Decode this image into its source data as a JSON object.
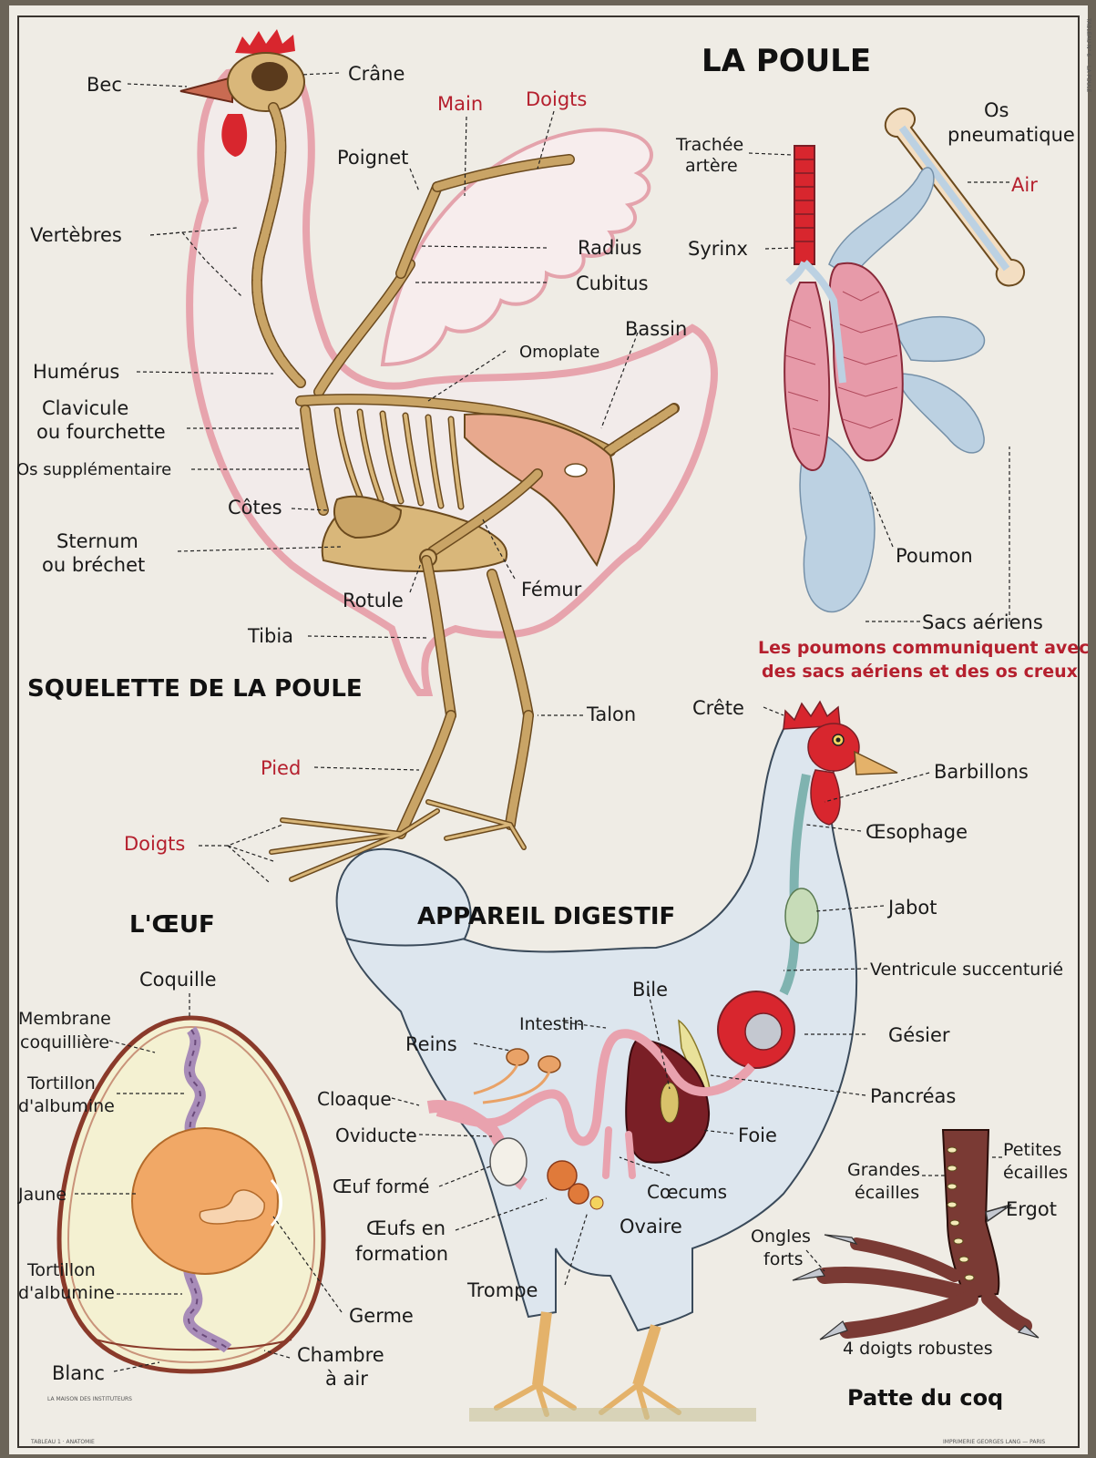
{
  "title": "LA POULE",
  "margin_text": "TABLEAU N° 6 — LA POULE",
  "sections": {
    "skeleton": "SQUELETTE DE LA POULE",
    "egg": "L'ŒUF",
    "digestive": "APPAREIL DIGESTIF",
    "foot": "Patte du coq"
  },
  "skeleton_labels": {
    "bec": "Bec",
    "crane": "Crâne",
    "main": "Main",
    "doigts_aile": "Doigts",
    "poignet": "Poignet",
    "vertebres": "Vertèbres",
    "radius": "Radius",
    "cubitus": "Cubitus",
    "bassin": "Bassin",
    "omoplate": "Omoplate",
    "humerus": "Humérus",
    "clavicule_1": "Clavicule",
    "clavicule_2": "ou fourchette",
    "os_supp": "Os supplémentaire",
    "cotes": "Côtes",
    "sternum_1": "Sternum",
    "sternum_2": "ou bréchet",
    "rotule": "Rotule",
    "femur": "Fémur",
    "tibia": "Tibia",
    "talon": "Talon",
    "pied": "Pied",
    "doigts_pied": "Doigts"
  },
  "respiratory_labels": {
    "trachee_1": "Trachée",
    "trachee_2": "artère",
    "os_1": "Os",
    "os_2": "pneumatique",
    "air": "Air",
    "syrinx": "Syrinx",
    "poumon": "Poumon",
    "sacs": "Sacs aériens",
    "note_1": "Les poumons communiquent avec",
    "note_2": "des sacs aériens et des os creux"
  },
  "digestive_labels": {
    "crete": "Crête",
    "barbillons": "Barbillons",
    "oesophage": "Œsophage",
    "jabot": "Jabot",
    "ventricule": "Ventricule succenturié",
    "bile": "Bile",
    "intestin": "Intestin",
    "reins": "Reins",
    "gesier": "Gésier",
    "cloaque": "Cloaque",
    "pancreas": "Pancréas",
    "oviducte": "Oviducte",
    "foie": "Foie",
    "oeuf_forme": "Œuf formé",
    "caecums": "Cœcums",
    "oeufs_form_1": "Œufs en",
    "oeufs_form_2": "formation",
    "ovaire": "Ovaire",
    "trompe": "Trompe"
  },
  "egg_labels": {
    "coquille": "Coquille",
    "membrane_1": "Membrane",
    "membrane_2": "coquillière",
    "tortillon_1a": "Tortillon",
    "tortillon_1b": "d'albumine",
    "jaune": "Jaune",
    "tortillon_2a": "Tortillon",
    "tortillon_2b": "d'albumine",
    "germe": "Germe",
    "blanc": "Blanc",
    "chambre_1": "Chambre",
    "chambre_2": "à air"
  },
  "foot_labels": {
    "petites_1": "Petites",
    "petites_2": "écailles",
    "grandes_1": "Grandes",
    "grandes_2": "écailles",
    "ergot": "Ergot",
    "ongles_1": "Ongles",
    "ongles_2": "forts",
    "doigts_robustes": "4 doigts robustes"
  },
  "footer": {
    "publisher_1": "LA MAISON DES INSTITUTEURS",
    "publisher_2": "TABLEAU 1 · ANATOMIE",
    "printer": "IMPRIMERIE GEORGES LANG — PARIS"
  },
  "colors": {
    "paper": "#efece5",
    "accent_red": "#b5202e",
    "bone": "#d9b77a",
    "body_blue": "#dde6ee",
    "lung": "#e79aa9",
    "air_sac": "#bcd1e2",
    "yolk": "#f1a866",
    "liver": "#7a1f26"
  }
}
